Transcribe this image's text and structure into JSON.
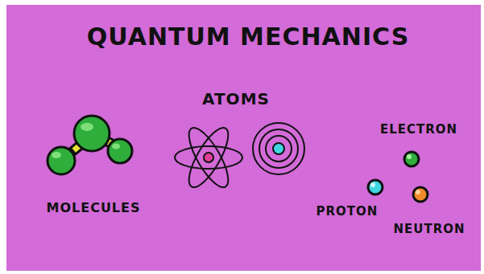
{
  "diagram": {
    "title": "QUANTUM MECHANICS",
    "labels": [
      "ATOMS",
      "MOLECULES",
      "ELECTRON",
      "PROTON",
      "NEUTRON"
    ]
  }
}
